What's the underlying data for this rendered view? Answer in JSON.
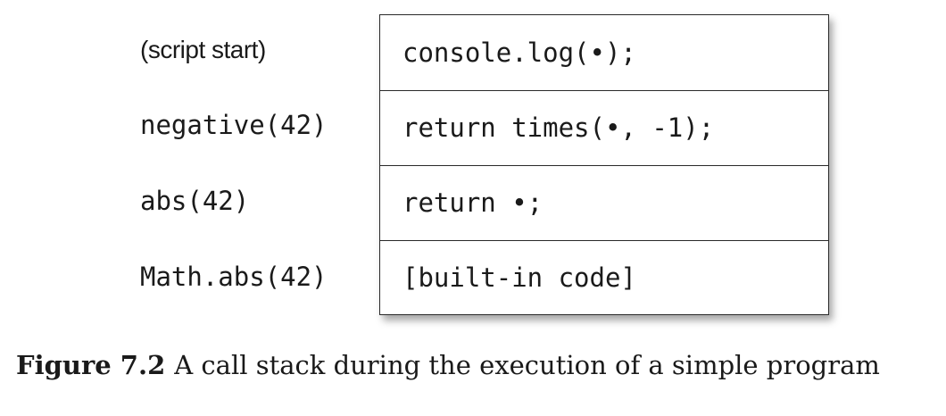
{
  "call_stack": {
    "frames": [
      {
        "label": "(script start)",
        "code": "console.log(•);"
      },
      {
        "label": "negative(42)",
        "code": "return times(•, -1);"
      },
      {
        "label": "abs(42)",
        "code": "return •;"
      },
      {
        "label": "Math.abs(42)",
        "code": "[built-in code]"
      }
    ]
  },
  "caption": {
    "label": "Figure 7.2",
    "text": "A call stack during the execution of a simple program"
  }
}
